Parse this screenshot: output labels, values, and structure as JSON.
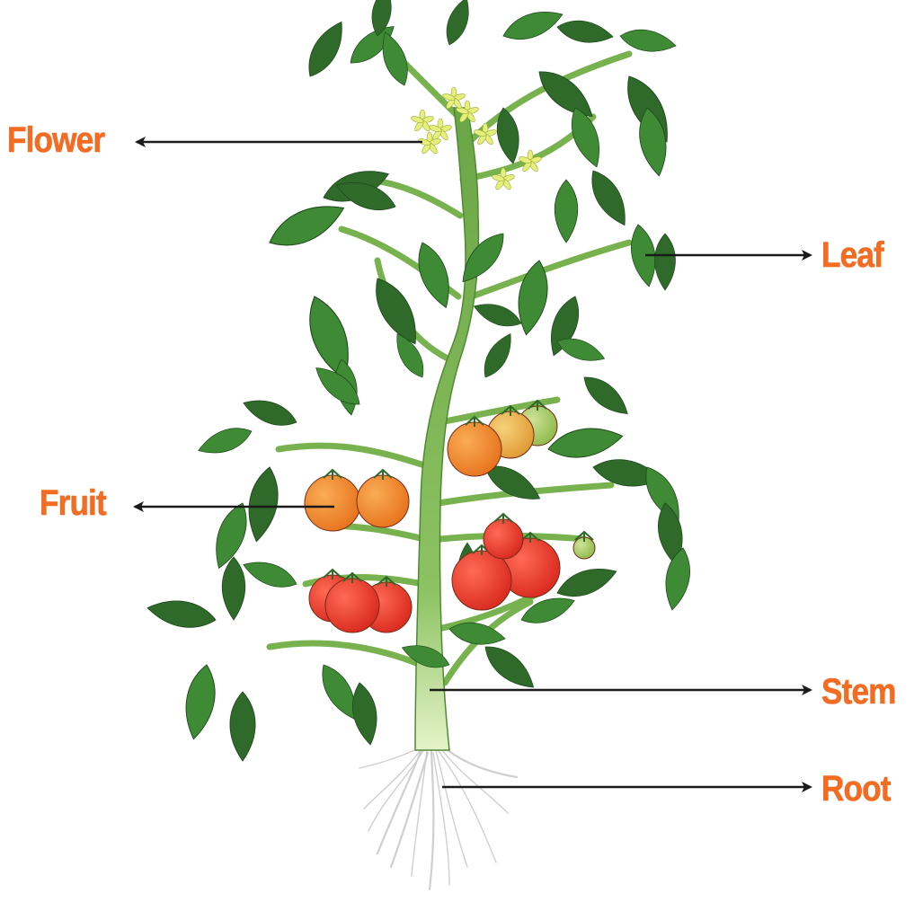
{
  "labels": {
    "flower": "Flower",
    "leaf": "Leaf",
    "fruit": "Fruit",
    "stem": "Stem",
    "root": "Root"
  },
  "colors": {
    "label": "#f26c23",
    "arrow": "#1a1a1a",
    "leaf_dark": "#2f6a2a",
    "leaf_mid": "#3f8a34",
    "stem": "#78b24e",
    "stem_light": "#d9efb8",
    "fruit_red": "#e23a2e",
    "fruit_orange": "#f08a2a",
    "fruit_yellow": "#eab64a",
    "fruit_green": "#9cc75a",
    "flower": "#e6ef7a",
    "root": "#cfcfcf"
  }
}
